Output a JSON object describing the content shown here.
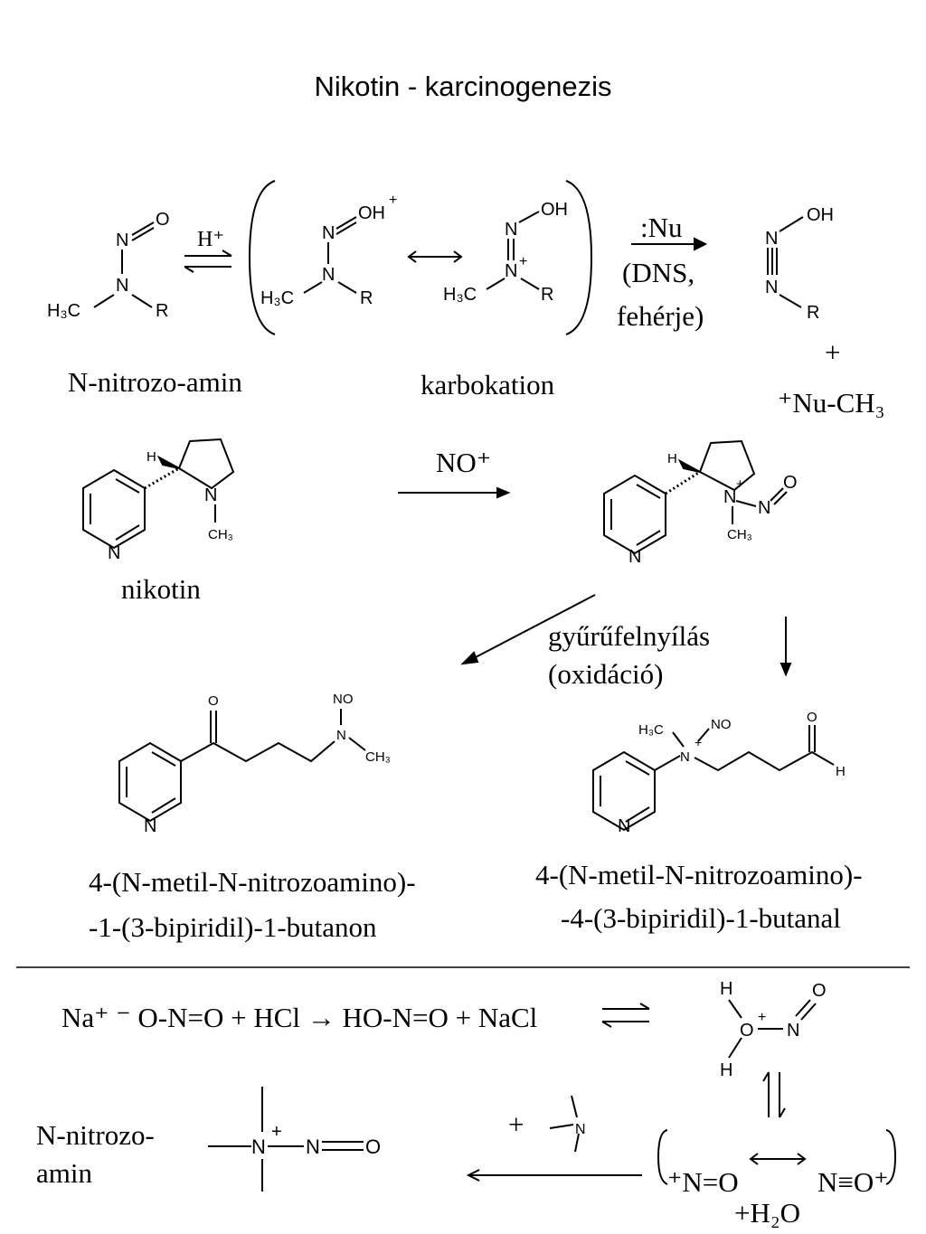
{
  "title": "Nikotin - karcinogenezis",
  "labels": {
    "nitrosamine": "N-nitrozo-amin",
    "carbocation": "karbokation",
    "nucleophile_line1": ":Nu",
    "nucleophile_line2": "(DNS,",
    "nucleophile_line3": "fehérje)",
    "plus": "+",
    "nu_ch3": "⁺Nu-CH₃",
    "proton": "H⁺",
    "no_plus": "NO⁺",
    "nicotine": "nikotin",
    "ring_opening_line1": "gyűrűfelnyílás",
    "ring_opening_line2": "(oxidáció)",
    "product1_line1": "4-(N-metil-N-nitrozoamino)-",
    "product1_line2": "-1-(3-bipiridil)-1-butanon",
    "product2_line1": "4-(N-metil-N-nitrozoamino)-",
    "product2_line2": "-4-(3-bipiridil)-1-butanal",
    "nitrite_equation": "Na⁺ ⁻ O-N=O + HCl → HO-N=O + NaCl",
    "plus_amine": "+",
    "nitrosamine_short_line1": "N-nitrozo-",
    "nitrosamine_short_line2": "amin",
    "nitrosonium_a": "⁺N=O",
    "nitrosonium_b": "N≡O⁺",
    "water": "+H₂O"
  },
  "atoms": {
    "N": "N",
    "O": "O",
    "R": "R",
    "H": "H",
    "OH": "OH",
    "H3C": "H₃C",
    "CH3": "CH₃",
    "NO": "NO",
    "plus": "+"
  }
}
